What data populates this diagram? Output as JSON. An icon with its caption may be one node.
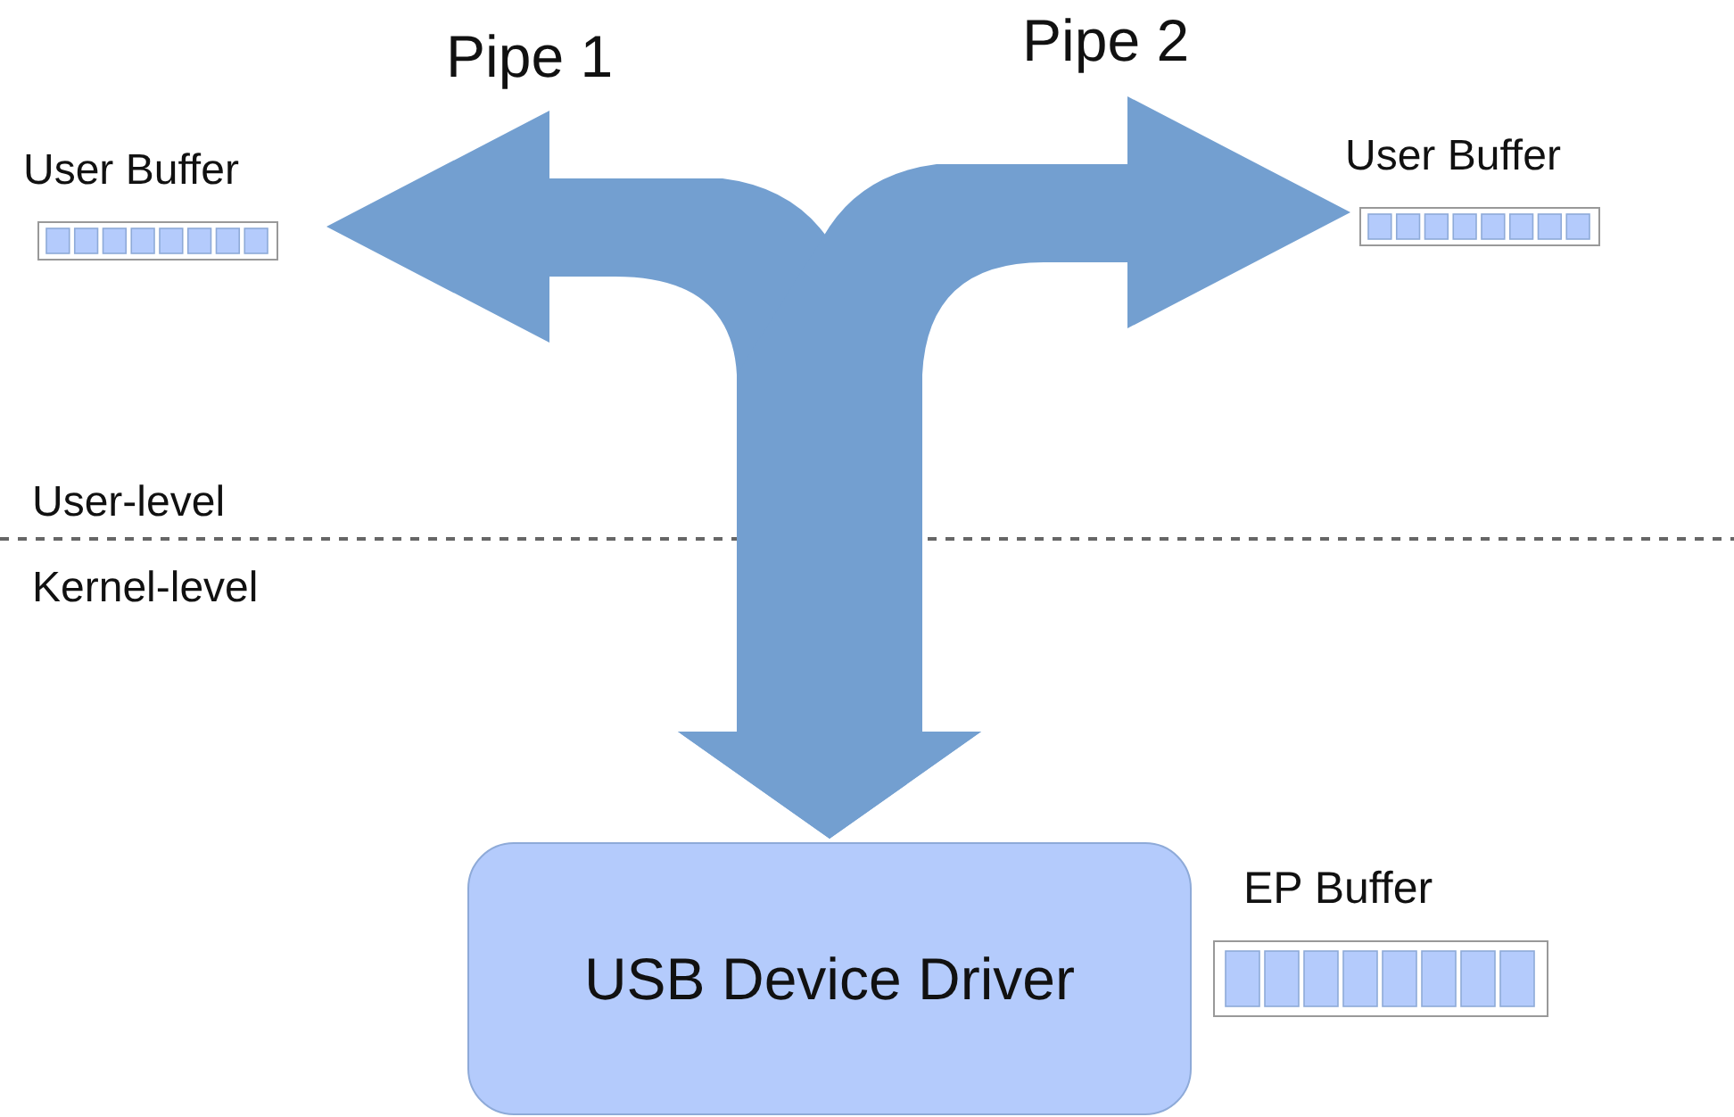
{
  "diagram": {
    "nodes": [
      {
        "text": [
          "User Buffer"
        ]
      },
      {
        "text": [
          "User Buffer"
        ]
      },
      {
        "text": [
          "USB Device Driver"
        ]
      },
      {
        "text": [
          "EP Buffer"
        ]
      }
    ],
    "edges": [
      {
        "from": 0,
        "to": 2,
        "arrow": "both"
      },
      {
        "from": 1,
        "to": 2,
        "arrow": "both"
      }
    ],
    "labels": [
      "Pipe 1",
      "Pipe 2",
      "User-level",
      "Kernel-level"
    ]
  }
}
